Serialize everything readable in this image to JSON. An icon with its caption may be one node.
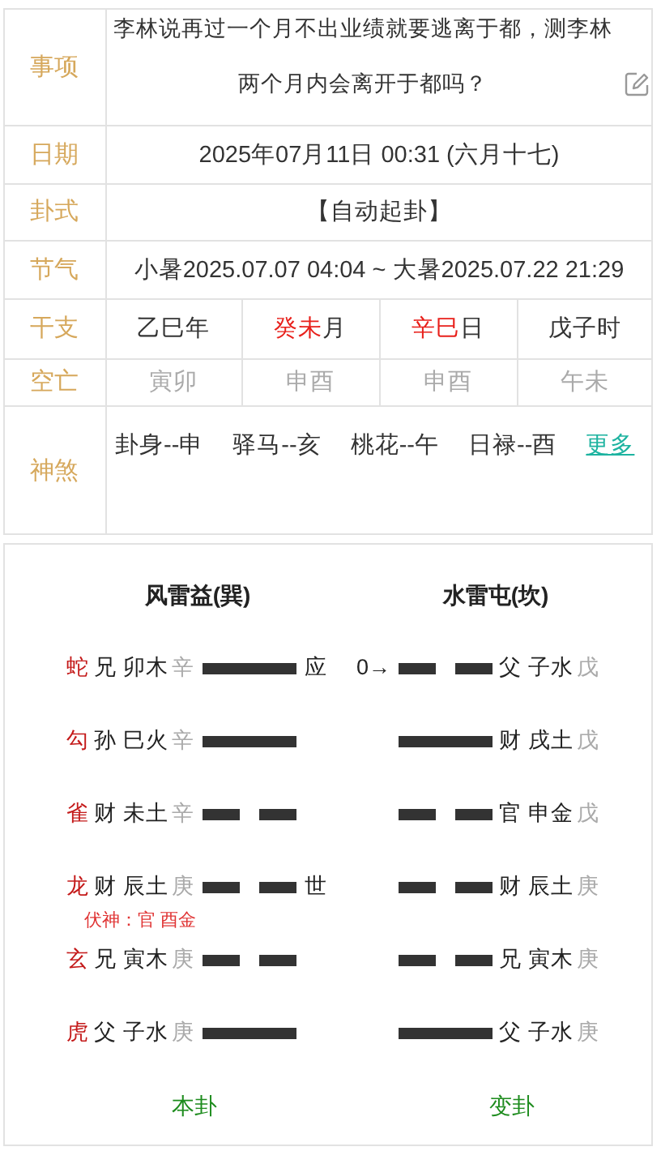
{
  "diagram": {
    "labels": [
      "事项",
      "李林说再过一个月不出业绩就要逃离于都，测李林两个月内会离开于都吗？",
      "日期",
      "2025年07月11日 00:31 (六月十七)",
      "卦式",
      "【自动起卦】",
      "节气",
      "小暑2025.07.07 04:04 ~ 大暑2025.07.22 21:29",
      "干支",
      "乙巳年",
      "癸未",
      "月",
      "辛巳",
      "日",
      "戊子时",
      "空亡",
      "寅卯",
      "申酉",
      "申酉",
      "午未",
      "神煞",
      "卦身--申",
      "驿马--亥",
      "桃花--午",
      "日禄--酉",
      "更多",
      "风雷益(巽)",
      "水雷屯(坎)",
      "蛇",
      "兄 卯木",
      "辛",
      "应",
      "0→",
      "父 子水",
      "戊",
      "勾",
      "孙 巳火",
      "辛",
      "财 戌土",
      "戊",
      "雀",
      "财 未土",
      "辛",
      "官 申金",
      "戊",
      "龙",
      "财 辰土",
      "庚",
      "世",
      "财 辰土",
      "庚",
      "伏神：官 酉金",
      "玄",
      "兄 寅木",
      "庚",
      "兄 寅木",
      "庚",
      "虎",
      "父 子水",
      "庚",
      "父 子水",
      "庚",
      "本卦",
      "变卦"
    ]
  }
}
